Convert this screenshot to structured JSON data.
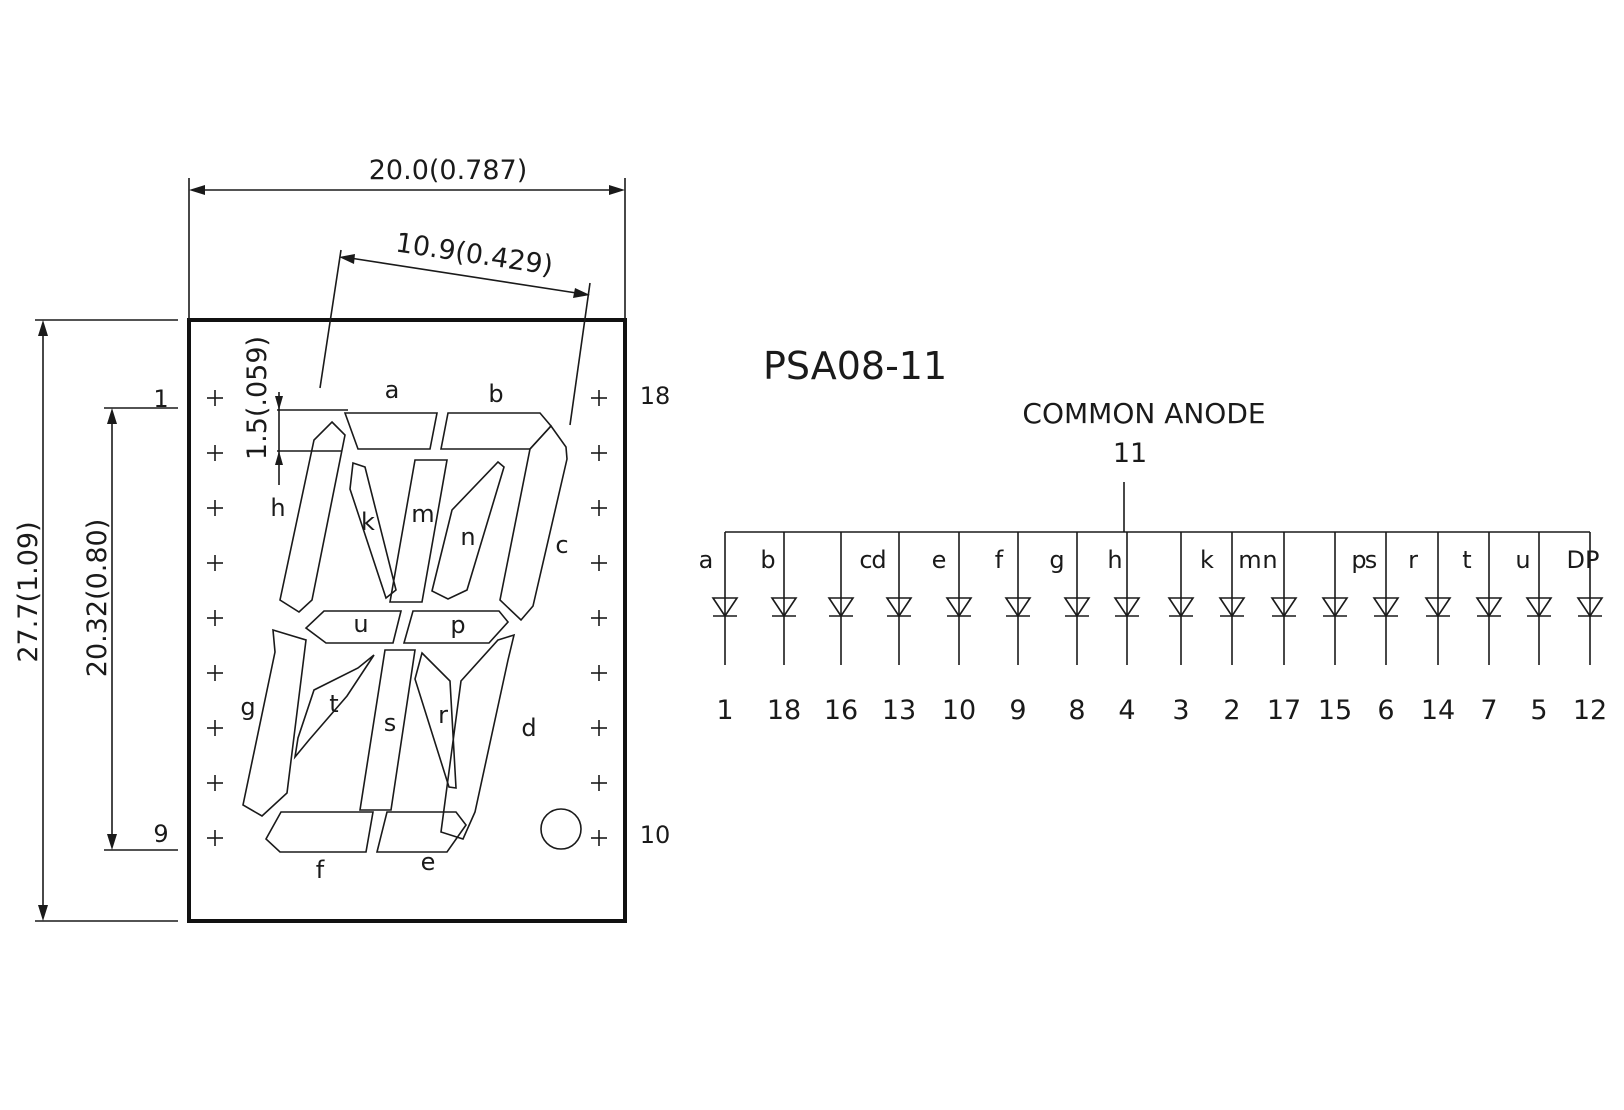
{
  "display": {
    "dim_width": "20.0(0.787)",
    "dim_digit_width": "10.9(0.429)",
    "dim_height": "27.7(1.09)",
    "dim_pin_span": "20.32(0.80)",
    "dim_segment": "1.5(.059)",
    "pin_top_left": "1",
    "pin_bottom_left": "9",
    "pin_top_right": "18",
    "pin_bottom_right": "10",
    "segments": {
      "a": "a",
      "b": "b",
      "c": "c",
      "d": "d",
      "e": "e",
      "f": "f",
      "g": "g",
      "h": "h",
      "k": "k",
      "m": "m",
      "n": "n",
      "p": "p",
      "r": "r",
      "s": "s",
      "t": "t",
      "u": "u"
    }
  },
  "schematic": {
    "model": "PSA08-11",
    "type": "COMMON ANODE",
    "common_pin": "11",
    "channels": [
      {
        "segment": "a",
        "pin": "1"
      },
      {
        "segment": "b",
        "pin": "18"
      },
      {
        "segment": "c",
        "pin": "16"
      },
      {
        "segment": "d",
        "pin": "13"
      },
      {
        "segment": "e",
        "pin": "10"
      },
      {
        "segment": "f",
        "pin": "9"
      },
      {
        "segment": "g",
        "pin": "8"
      },
      {
        "segment": "h",
        "pin": "4"
      },
      {
        "segment": "k",
        "pin": "3"
      },
      {
        "segment": "m",
        "pin": "2"
      },
      {
        "segment": "n",
        "pin": "17"
      },
      {
        "segment": "p",
        "pin": "15"
      },
      {
        "segment": "s",
        "pin": "6"
      },
      {
        "segment": "r",
        "pin": "14"
      },
      {
        "segment": "t",
        "pin": "7"
      },
      {
        "segment": "u",
        "pin": "5"
      },
      {
        "segment": "DP",
        "pin": "12"
      }
    ]
  }
}
